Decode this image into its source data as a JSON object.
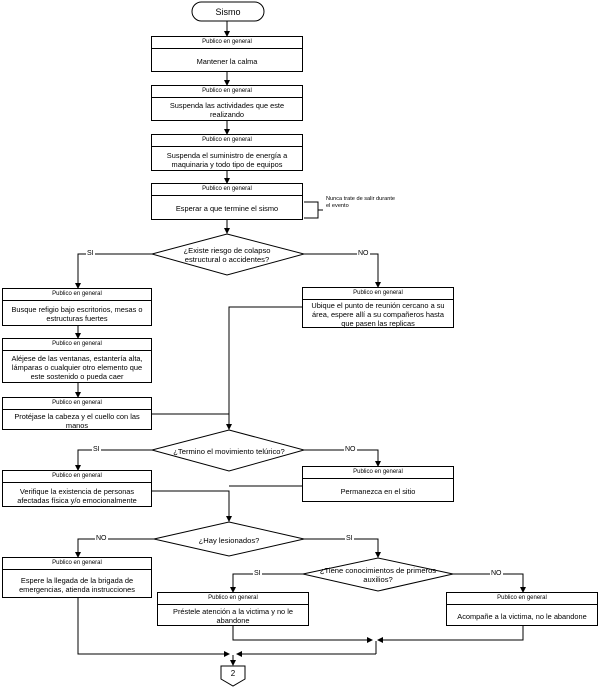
{
  "start": "Sismo",
  "role": "Publico en general",
  "steps": {
    "s1": "Mantener la calma",
    "s2": "Suspenda las actividades que este realizando",
    "s3": "Suspenda el suministro de energía a maquinaria y todo tipo de equipos",
    "s4": "Esperar a que termine el sismo",
    "s5": "Busque refigio bajo escritorios, mesas o estructuras fuertes",
    "s6": "Aléjese de las ventanas, estantería alta, lámparas o cualquier otro elemento que este sostenido o pueda caer",
    "s7": "Protéjase la cabeza y el cuello con las manos",
    "s8": "Ubique el punto de reunión cercano a su área, espere allí a su compañeros hasta que pasen las replicas",
    "s9": "Verifique la existencia de personas afectadas física y/o emocionalmente",
    "s10": "Permanezca en el sitio",
    "s11": "Espere la llegada de la brigada de emergencias, atienda instrucciones",
    "s12": "Préstele atención a la victima y no le abandone",
    "s13": "Acompañe a la victima, no le abandone"
  },
  "decisions": {
    "d1": "¿Existe riesgo de colapso estructural o accidentes?",
    "d2": "¿Termino el movimiento telúrico?",
    "d3": "¿Hay lesionados?",
    "d4": "¿Tiene conocimientos de primeros auxilios?"
  },
  "labels": {
    "si": "SI",
    "no": "NO"
  },
  "note": "Nunca trate de salir durante el evento",
  "connector": "2"
}
